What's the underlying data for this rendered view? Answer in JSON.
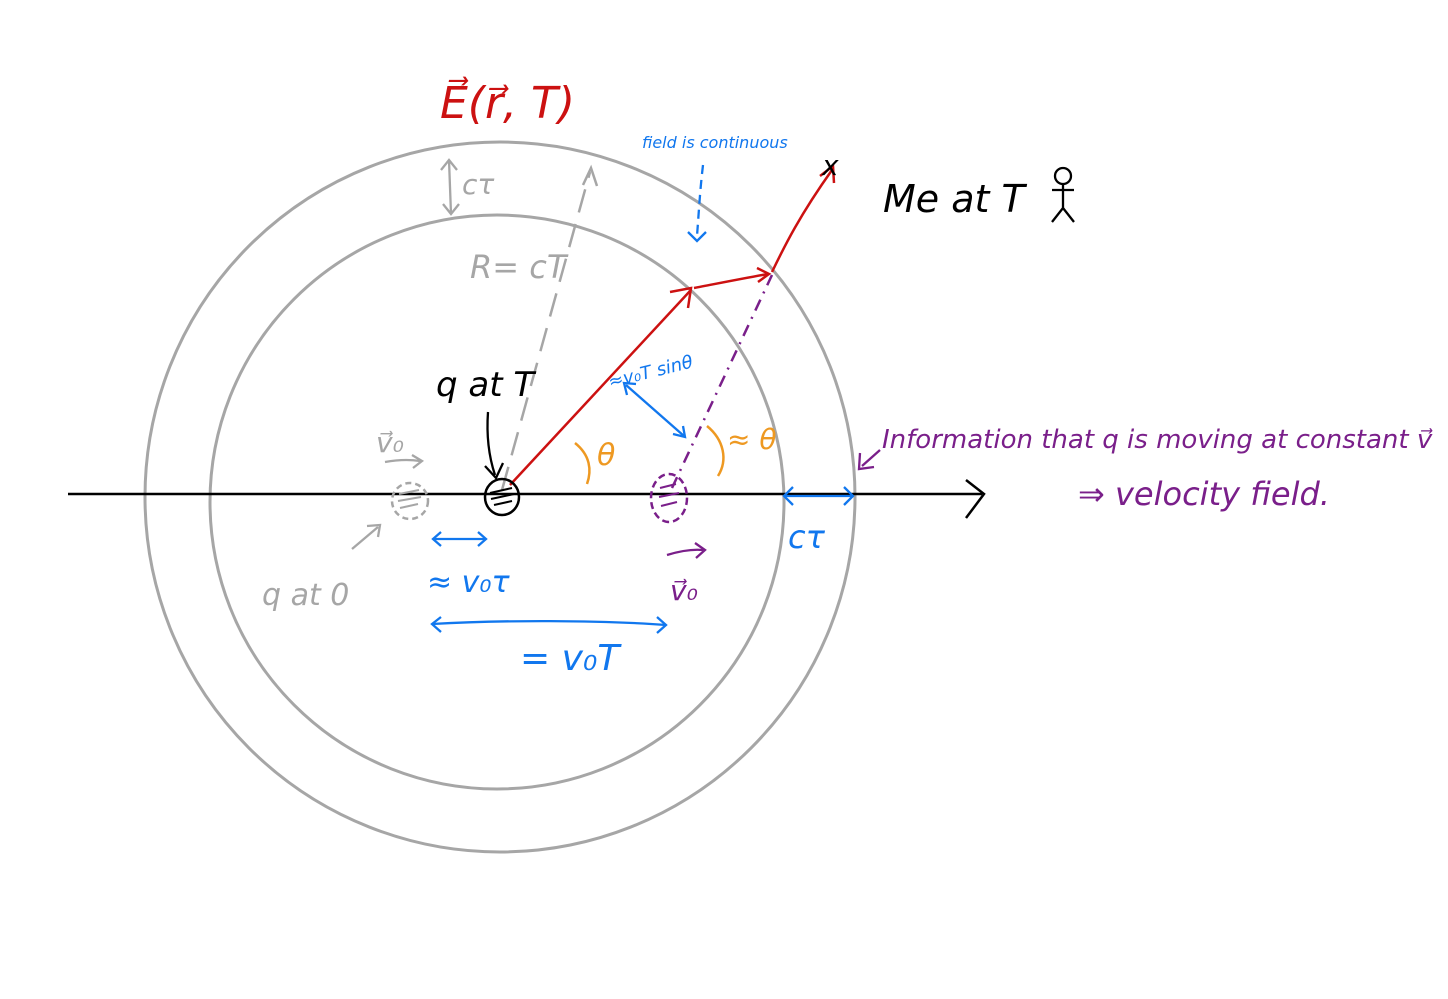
{
  "labels": {
    "e_field": "E⃗(r⃗, T)",
    "c_tau_top": "cτ",
    "radius": "R= cT",
    "field_continuous": "field is continuous",
    "me_at_t": "Me at T",
    "q_at_t": "q at T",
    "v0_gray": "v⃗₀",
    "q_at_0": "q at 0",
    "v0_tau": "≈ v₀τ",
    "v0_t": "= v₀T",
    "v0_purple": "v⃗₀",
    "c_tau_right": "cτ",
    "theta": "θ",
    "approx_theta": "≈ θ",
    "v0_t_sin": "≈v₀T sinθ",
    "info_line1": "Information that  q is moving at constant v⃗",
    "info_line2": "⇒ velocity field.",
    "observer_x": "x"
  },
  "colors": {
    "field": "#cc1111",
    "shells": "#a6a6a6",
    "distances": "#1177ee",
    "angles": "#ee9922",
    "velocity_info": "#7a1f8a",
    "ink": "#000000"
  }
}
